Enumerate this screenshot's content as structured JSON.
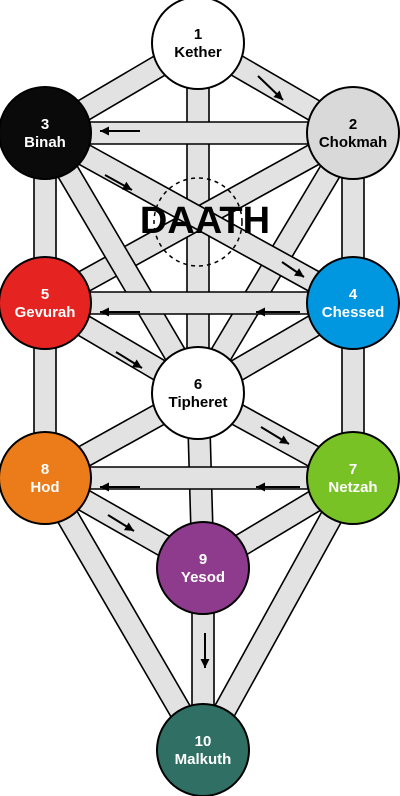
{
  "sephirot": [
    {
      "id": "kether",
      "number": "1",
      "name": "Kether",
      "fill": "#ffffff",
      "text": "#000000"
    },
    {
      "id": "chokmah",
      "number": "2",
      "name": "Chokmah",
      "fill": "#d9d9d9",
      "text": "#000000"
    },
    {
      "id": "binah",
      "number": "3",
      "name": "Binah",
      "fill": "#0a0a0a",
      "text": "#ffffff"
    },
    {
      "id": "chessed",
      "number": "4",
      "name": "Chessed",
      "fill": "#0096e0",
      "text": "#ffffff"
    },
    {
      "id": "gevurah",
      "number": "5",
      "name": "Gevurah",
      "fill": "#e52321",
      "text": "#ffffff"
    },
    {
      "id": "tipheret",
      "number": "6",
      "name": "Tipheret",
      "fill": "#ffffff",
      "text": "#000000"
    },
    {
      "id": "netzah",
      "number": "7",
      "name": "Netzah",
      "fill": "#78c226",
      "text": "#ffffff"
    },
    {
      "id": "hod",
      "number": "8",
      "name": "Hod",
      "fill": "#ec7c1a",
      "text": "#ffffff"
    },
    {
      "id": "yesod",
      "number": "9",
      "name": "Yesod",
      "fill": "#8e3b8e",
      "text": "#ffffff"
    },
    {
      "id": "malkuth",
      "number": "10",
      "name": "Malkuth",
      "fill": "#2f6f64",
      "text": "#ffffff"
    }
  ],
  "daath": {
    "label": "DAATH"
  },
  "colors": {
    "path_fill": "#e2e2e2",
    "outline": "#000000",
    "background": "#ffffff"
  }
}
